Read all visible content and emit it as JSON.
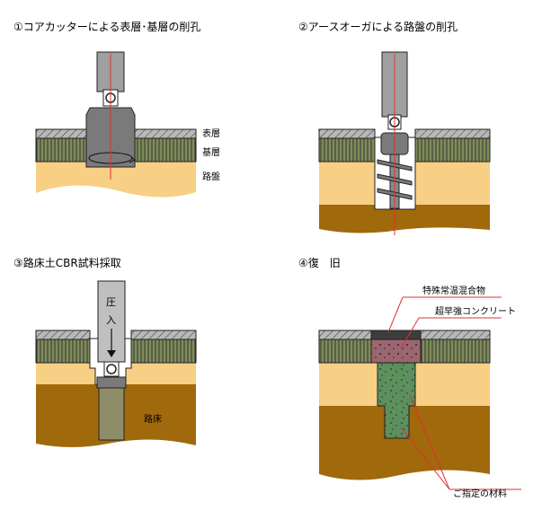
{
  "steps": [
    {
      "title": "①コアカッターによる表層･基層の削孔"
    },
    {
      "title": "②アースオーガによる路盤の削孔"
    },
    {
      "title": "③路床土CBR試料採取"
    },
    {
      "title": "④復　旧"
    }
  ],
  "layers": {
    "surface": "表層",
    "base": "基層",
    "roadbed": "路盤",
    "subgrade": "路床"
  },
  "press_label": [
    "圧",
    "入"
  ],
  "restoration": {
    "surface_material": "特殊常温混合物",
    "concrete": "超早強コンクリート",
    "designated_material": "ご指定の材料"
  }
}
